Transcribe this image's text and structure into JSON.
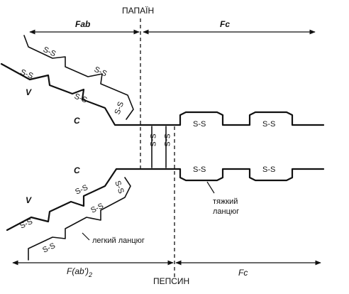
{
  "labels": {
    "fab": "Fab",
    "fc_top": "Fc",
    "papain": "ПАПАЇН",
    "pepsin": "ПЕПСИН",
    "fab2": "F(ab')",
    "fab2_sub": "2",
    "fc_bottom": "Fc",
    "v_top": "V",
    "c_top": "C",
    "v_bottom": "V",
    "c_bottom": "C",
    "heavy_chain": "тяжкий ланцюг",
    "heavy_chain_line1": "тяжкий",
    "heavy_chain_line2": "ланцюг",
    "light_chain": "легкий ланцюг",
    "disulfide": "S-S"
  },
  "colors": {
    "ink": "#111111",
    "background": "#ffffff"
  }
}
